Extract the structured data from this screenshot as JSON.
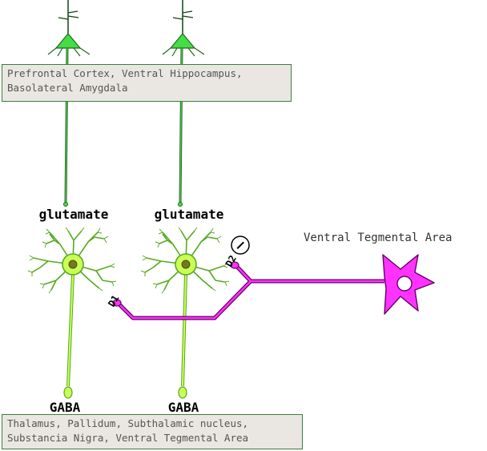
{
  "top_box": {
    "line1": "Prefrontal Cortex, Ventral Hippocampus,",
    "line2": "Basolateral Amygdala"
  },
  "bottom_box": {
    "line1": "Thalamus, Pallidum, Subthalamic nucleus,",
    "line2": "Substancia Nigra, Ventral Tegmental Area"
  },
  "labels": {
    "glutamate_left": "glutamate",
    "glutamate_right": "glutamate",
    "gaba_left": "GABA",
    "gaba_right": "GABA",
    "vta": "Ventral Tegmental Area",
    "d1": "D1",
    "d2": "D2",
    "inhibit_sign": "−"
  },
  "colors": {
    "pyramidal": "#44dd44",
    "spiny": "#ccff55",
    "dopamine": "#ff33ff",
    "box_border": "#3d7d3d"
  }
}
